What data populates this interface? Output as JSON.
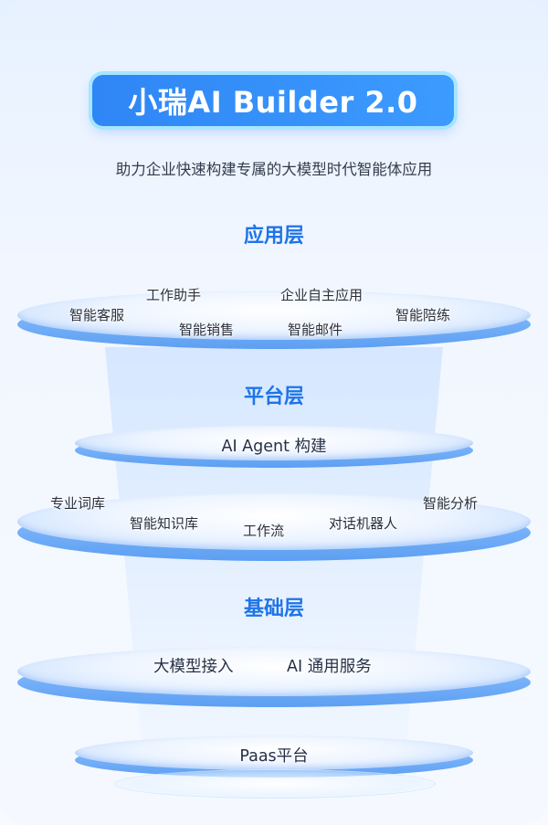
{
  "header": {
    "title": "小瑞AI Builder 2.0",
    "subtitle": "助力企业快速构建专属的大模型时代智能体应用"
  },
  "layers": {
    "application": {
      "title": "应用层",
      "items": [
        "智能客服",
        "工作助手",
        "智能销售",
        "企业自主应用",
        "智能邮件",
        "智能陪练"
      ]
    },
    "platform": {
      "title": "平台层",
      "agent": "AI Agent 构建",
      "items": [
        "专业词库",
        "智能知识库",
        "工作流",
        "对话机器人",
        "智能分析"
      ]
    },
    "foundation": {
      "title": "基础层",
      "items": [
        "大模型接入",
        "AI 通用服务"
      ],
      "paas": "Paas平台"
    }
  },
  "colors": {
    "accent": "#1f74e8",
    "title_bg": "#3c9bff",
    "title_border": "#a6e6ff",
    "disc_side": "#5d9ff2"
  }
}
